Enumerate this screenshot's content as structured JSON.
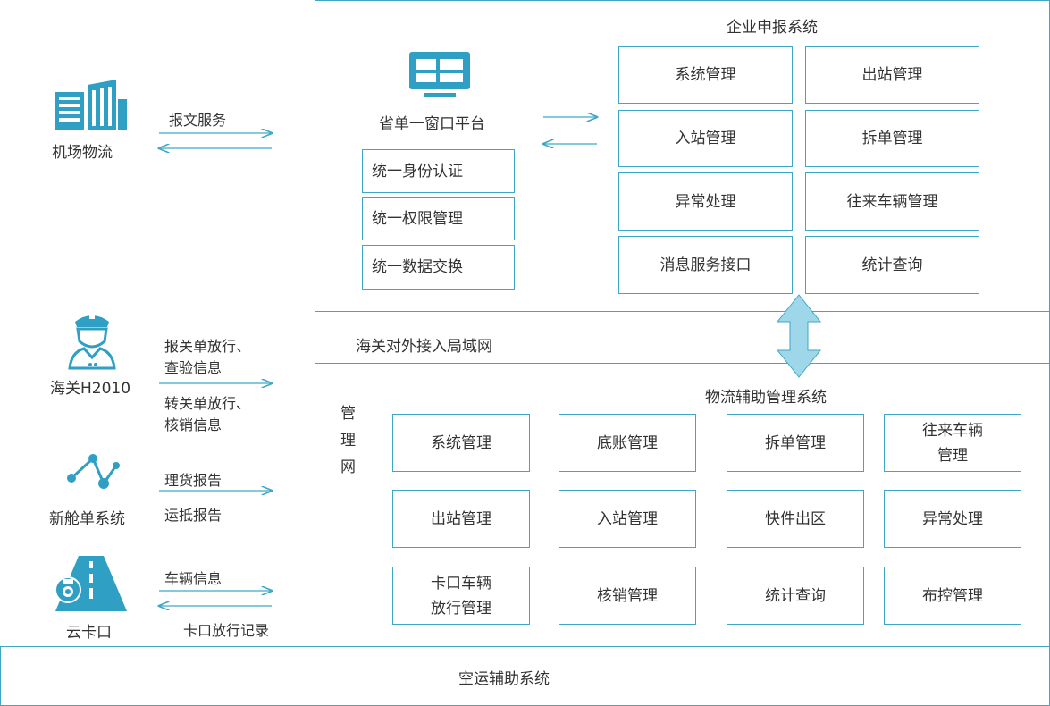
{
  "colors": {
    "line": "#3ea7c8",
    "icon": "#2f9fc4",
    "icon_light": "#9ed6ea"
  },
  "left": {
    "sources": [
      {
        "name": "机场物流",
        "icon": "building-icon",
        "flows": [
          "报文服务"
        ]
      },
      {
        "name": "海关H2010",
        "icon": "customs-officer-icon",
        "flows": [
          "报关单放行、\n查验信息",
          "转关单放行、\n核销信息"
        ]
      },
      {
        "name": "新舱单系统",
        "icon": "network-nodes-icon",
        "flows": [
          "理货报告",
          "运抵报告"
        ]
      },
      {
        "name": "云卡口",
        "icon": "road-camera-icon",
        "flows": [
          "车辆信息",
          "卡口放行记录"
        ]
      }
    ]
  },
  "enterprise": {
    "title": "企业申报系统",
    "platform": {
      "name": "省单一窗口平台",
      "icon": "monitor-icon",
      "items": [
        "统一身份认证",
        "统一权限管理",
        "统一数据交换"
      ]
    },
    "modules": [
      "系统管理",
      "出站管理",
      "入站管理",
      "拆单管理",
      "异常处理",
      "往来车辆管理",
      "消息服务接口",
      "统计查询"
    ]
  },
  "network": {
    "label": "海关对外接入局域网"
  },
  "logistics": {
    "title": "物流辅助管理系统",
    "side_label": "管\n理\n网",
    "modules": [
      "系统管理",
      "底账管理",
      "拆单管理",
      "往来车辆\n管理",
      "出站管理",
      "入站管理",
      "快件出区",
      "异常处理",
      "卡口车辆\n放行管理",
      "核销管理",
      "统计查询",
      "布控管理"
    ]
  },
  "bottom": {
    "label": "空运辅助系统"
  }
}
